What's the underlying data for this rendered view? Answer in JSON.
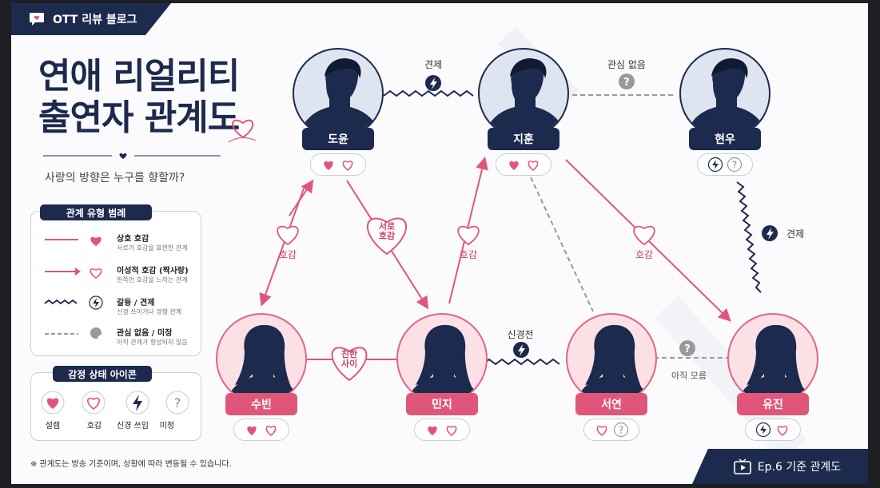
{
  "header": {
    "blog_name": "OTT 리뷰 블로그"
  },
  "title": {
    "line1": "연애 리얼리티",
    "line2": "출연자 관계도"
  },
  "subtitle": "사랑의 방향은 누구를 향할까?",
  "legend": {
    "title": "관계 유형 범례",
    "items": [
      {
        "name": "상호 호감",
        "desc": "서로가 호감을 표현한 관계"
      },
      {
        "name": "이성적 호감 (짝사랑)",
        "desc": "한쪽만 호감을 느끼는 관계"
      },
      {
        "name": "갈등 / 견제",
        "desc": "신경 쓰이거나 경쟁 관계"
      },
      {
        "name": "관심 없음 / 미정",
        "desc": "아직 관계가 형성되지 않음"
      }
    ]
  },
  "emotion_legend": {
    "title": "감정 상태 아이콘",
    "items": [
      {
        "label": "설렘",
        "icon": "filled-heart-icon"
      },
      {
        "label": "호감",
        "icon": "outline-heart-icon"
      },
      {
        "label": "신경 쓰임",
        "icon": "lightning-icon"
      },
      {
        "label": "미정",
        "icon": "question-icon"
      }
    ]
  },
  "people": [
    {
      "name": "도윤",
      "gender": "male",
      "emotions": [
        "filled-heart",
        "outline-heart"
      ]
    },
    {
      "name": "지훈",
      "gender": "male",
      "emotions": [
        "filled-heart",
        "outline-heart"
      ]
    },
    {
      "name": "현우",
      "gender": "male",
      "emotions": [
        "lightning",
        "question"
      ]
    },
    {
      "name": "수빈",
      "gender": "female",
      "emotions": [
        "filled-heart",
        "outline-heart"
      ]
    },
    {
      "name": "민지",
      "gender": "female",
      "emotions": [
        "filled-heart",
        "outline-heart"
      ]
    },
    {
      "name": "서연",
      "gender": "female",
      "emotions": [
        "outline-heart",
        "question"
      ]
    },
    {
      "name": "유진",
      "gender": "female",
      "emotions": [
        "lightning",
        "outline-heart"
      ]
    }
  ],
  "relations": {
    "doyun_jihun": "견제",
    "jihun_hyunwoo": "관심 없음",
    "hyunwoo_yujin": "견제",
    "doyun_subin": "호감",
    "doyun_minji": "서로\n호감",
    "jihun_minji": "호감",
    "jihun_yujin": "호감",
    "subin_minji": "친한\n사이",
    "minji_seoyeon": "신경전",
    "seoyeon_yujin": "아직 모름"
  },
  "footer": {
    "note": "※ 관계도는 방송 기준이며, 상황에 따라 변동될 수 있습니다.",
    "episode": "Ep.6 기준 관계도"
  },
  "colors": {
    "navy": "#1c2a4e",
    "pink": "#e0567a",
    "gray": "#888888"
  }
}
